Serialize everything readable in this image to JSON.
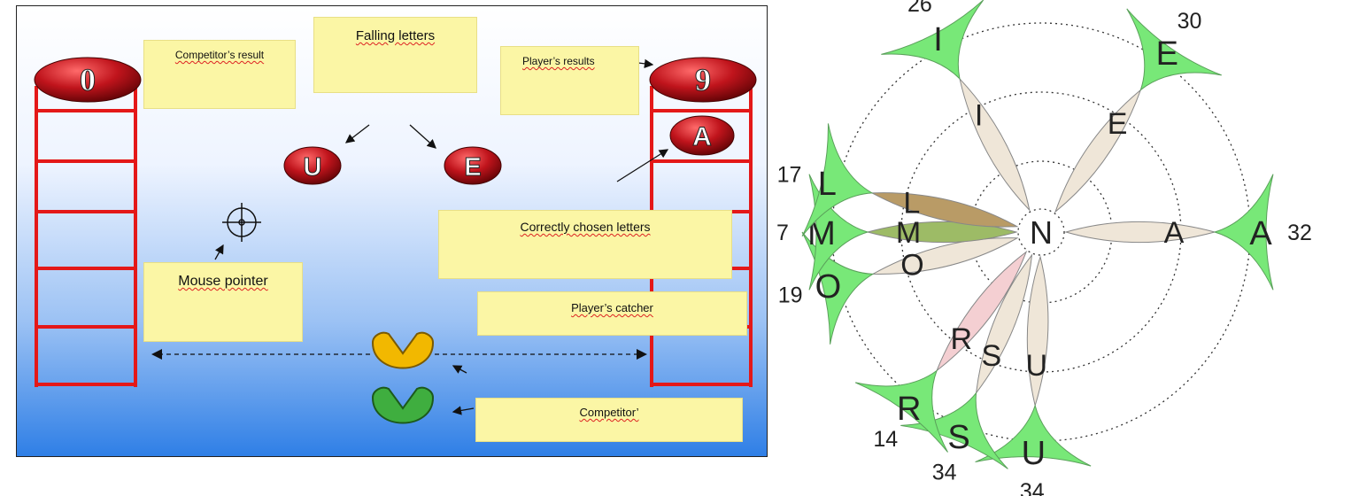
{
  "game": {
    "notes": {
      "falling_letters": "Falling letters",
      "competitor_result": "Competitor’s result",
      "player_results": "Player’s results",
      "correct_letters": "Correctly chosen letters",
      "mouse_pointer": "Mouse pointer",
      "player_catcher": "Player’s catcher",
      "competitor": "Competitor’"
    },
    "competitor_score": "0",
    "player_score": "9",
    "falling": [
      "U",
      "E"
    ],
    "chosen_letter": "A",
    "colors": {
      "ball": "#c0141c",
      "ladder": "#e41818",
      "player_catcher": "#f2b800",
      "competitor_catcher": "#3fae3f",
      "note": "#fbf6a5"
    }
  },
  "flower": {
    "center": "N",
    "petals": [
      {
        "letter": "I",
        "count": "26",
        "angle": -118,
        "inner_letter": "I"
      },
      {
        "letter": "E",
        "count": "30",
        "angle": -55,
        "inner_letter": "E"
      },
      {
        "letter": "A",
        "count": "32",
        "angle": 0,
        "inner_letter": "A"
      },
      {
        "letter": "U",
        "count": "34",
        "angle": 92,
        "inner_letter": "U"
      },
      {
        "letter": "S",
        "count": "34",
        "angle": 112,
        "inner_letter": "S"
      },
      {
        "letter": "R",
        "count": "14",
        "angle": 127,
        "inner_letter": "R"
      },
      {
        "letter": "O",
        "count": "19",
        "angle": 166,
        "inner_letter": "O"
      },
      {
        "letter": "M",
        "count": "7",
        "angle": 180,
        "inner_letter": "M"
      },
      {
        "letter": "L",
        "count": "17",
        "angle": 193,
        "inner_letter": "L"
      }
    ],
    "colors": {
      "tip": "#78e878",
      "petal": "#efe6d8",
      "petal_l": "#b99b66",
      "petal_m": "#9dbb66",
      "petal_r": "#f4cfd2"
    }
  }
}
